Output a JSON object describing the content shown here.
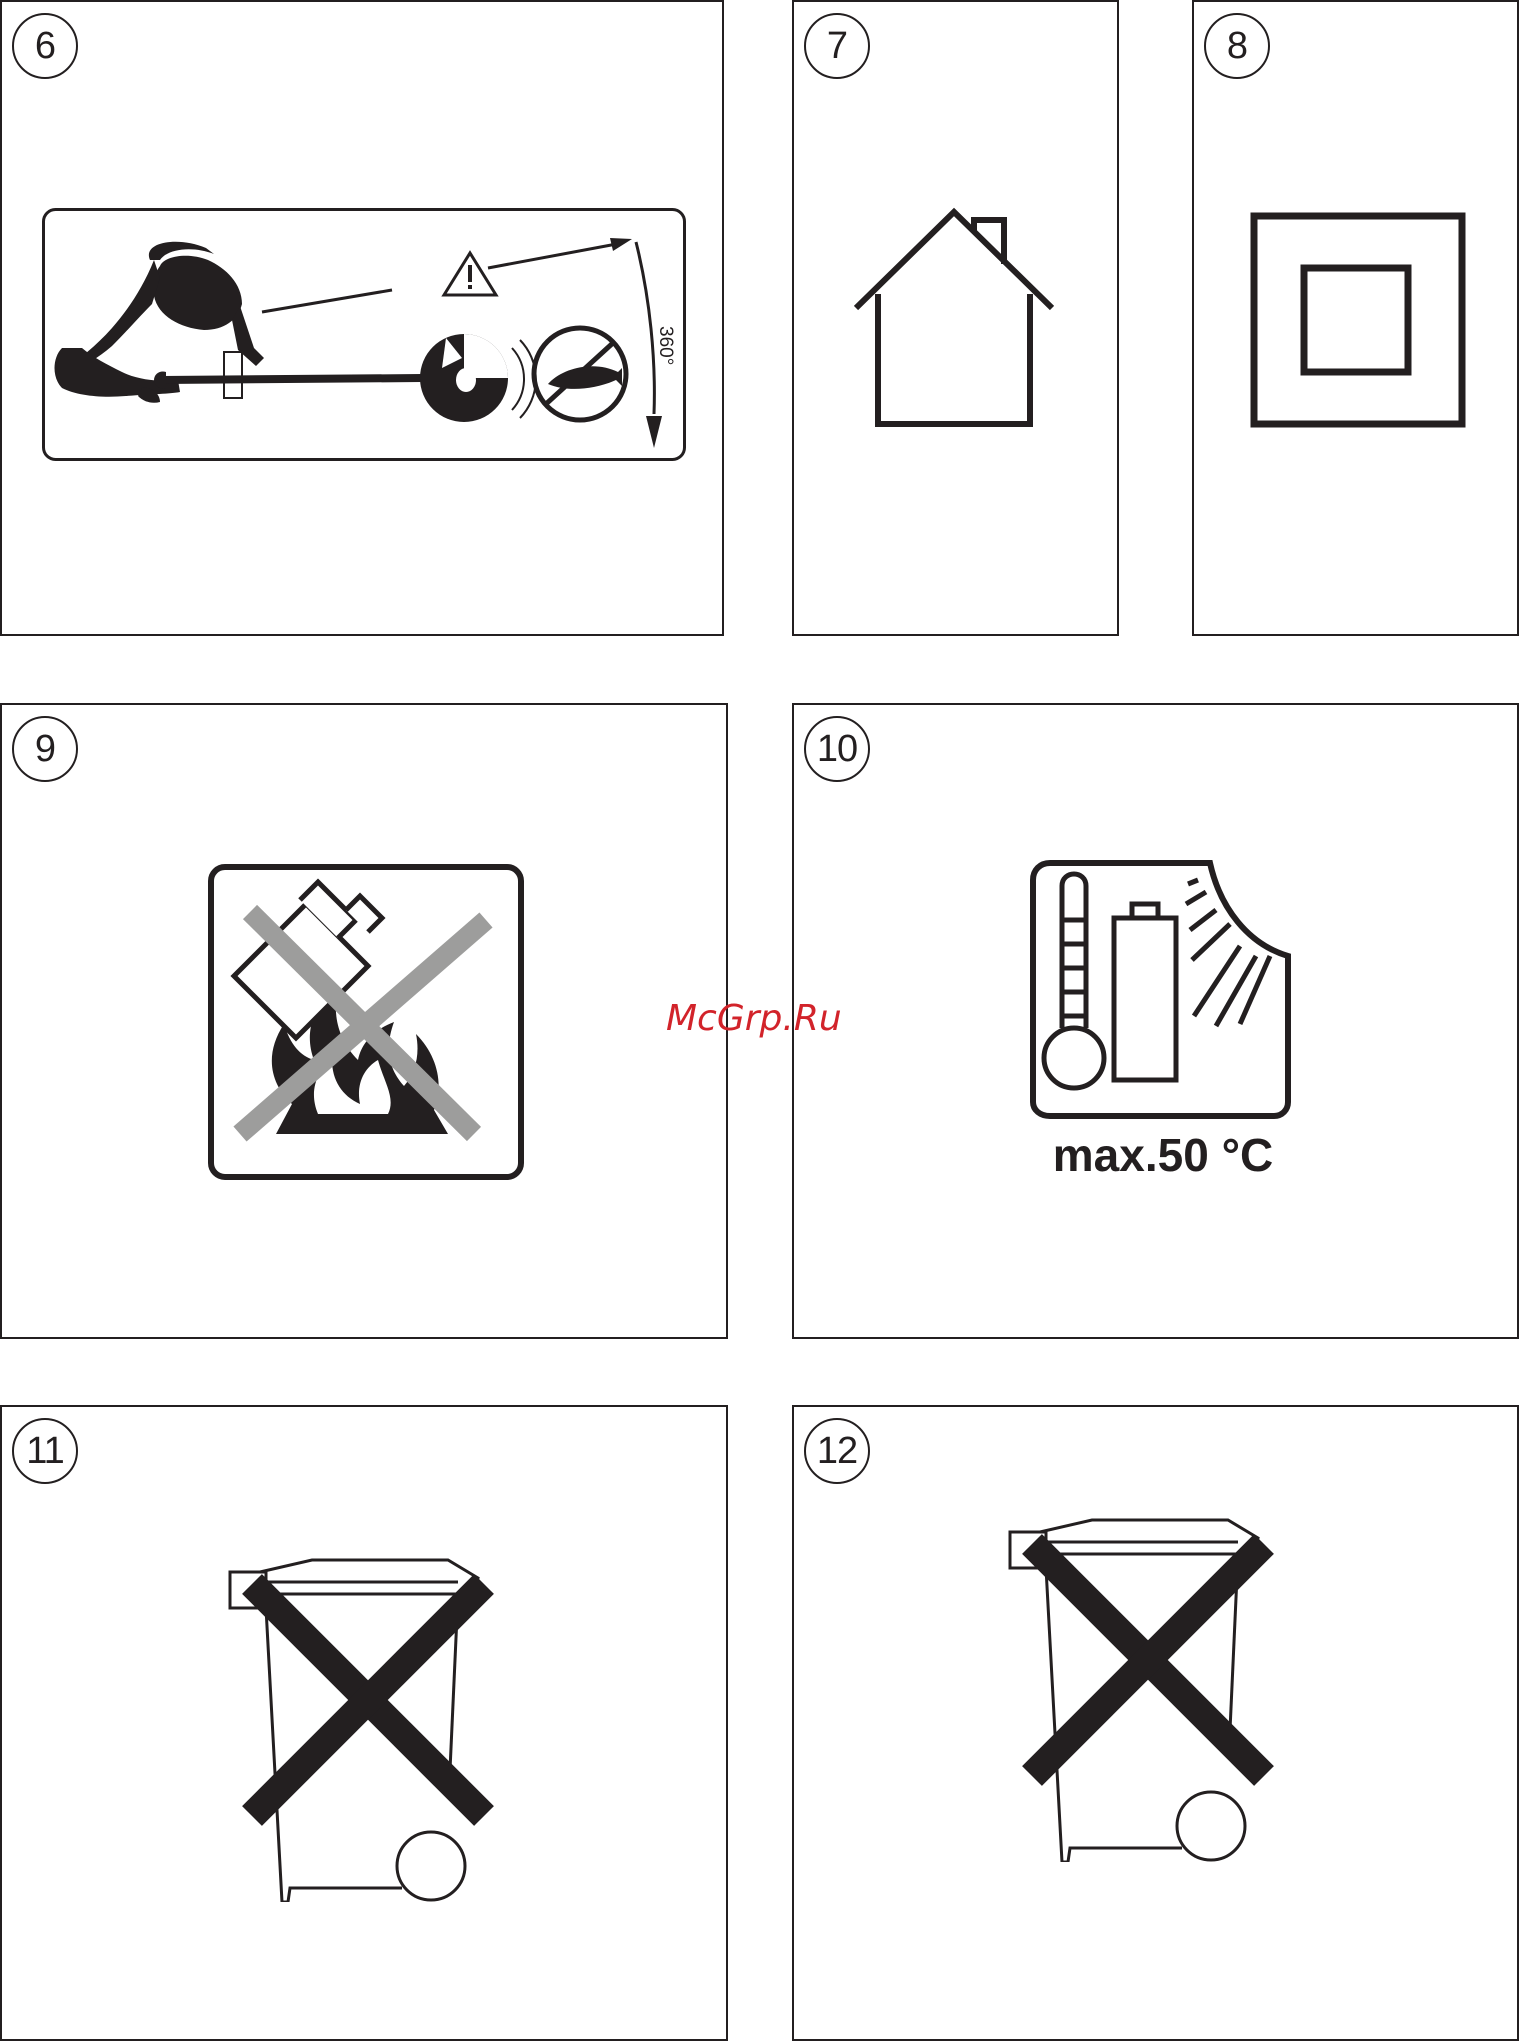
{
  "panels": [
    {
      "number": "6",
      "symbol": "rotation-warning-label",
      "rotation_label": "360°"
    },
    {
      "number": "7",
      "symbol": "house-icon"
    },
    {
      "number": "8",
      "symbol": "double-square-icon"
    },
    {
      "number": "9",
      "symbol": "no-battery-in-fire-icon"
    },
    {
      "number": "10",
      "symbol": "temperature-limit-icon",
      "caption": "max.50 °C"
    },
    {
      "number": "11",
      "symbol": "crossed-out-bin-icon"
    },
    {
      "number": "12",
      "symbol": "crossed-out-bin-icon"
    }
  ],
  "watermark": "McGrp.Ru",
  "colors": {
    "line": "#231f20",
    "cross_grey": "#9d9d9c",
    "watermark": "#d2232a"
  }
}
